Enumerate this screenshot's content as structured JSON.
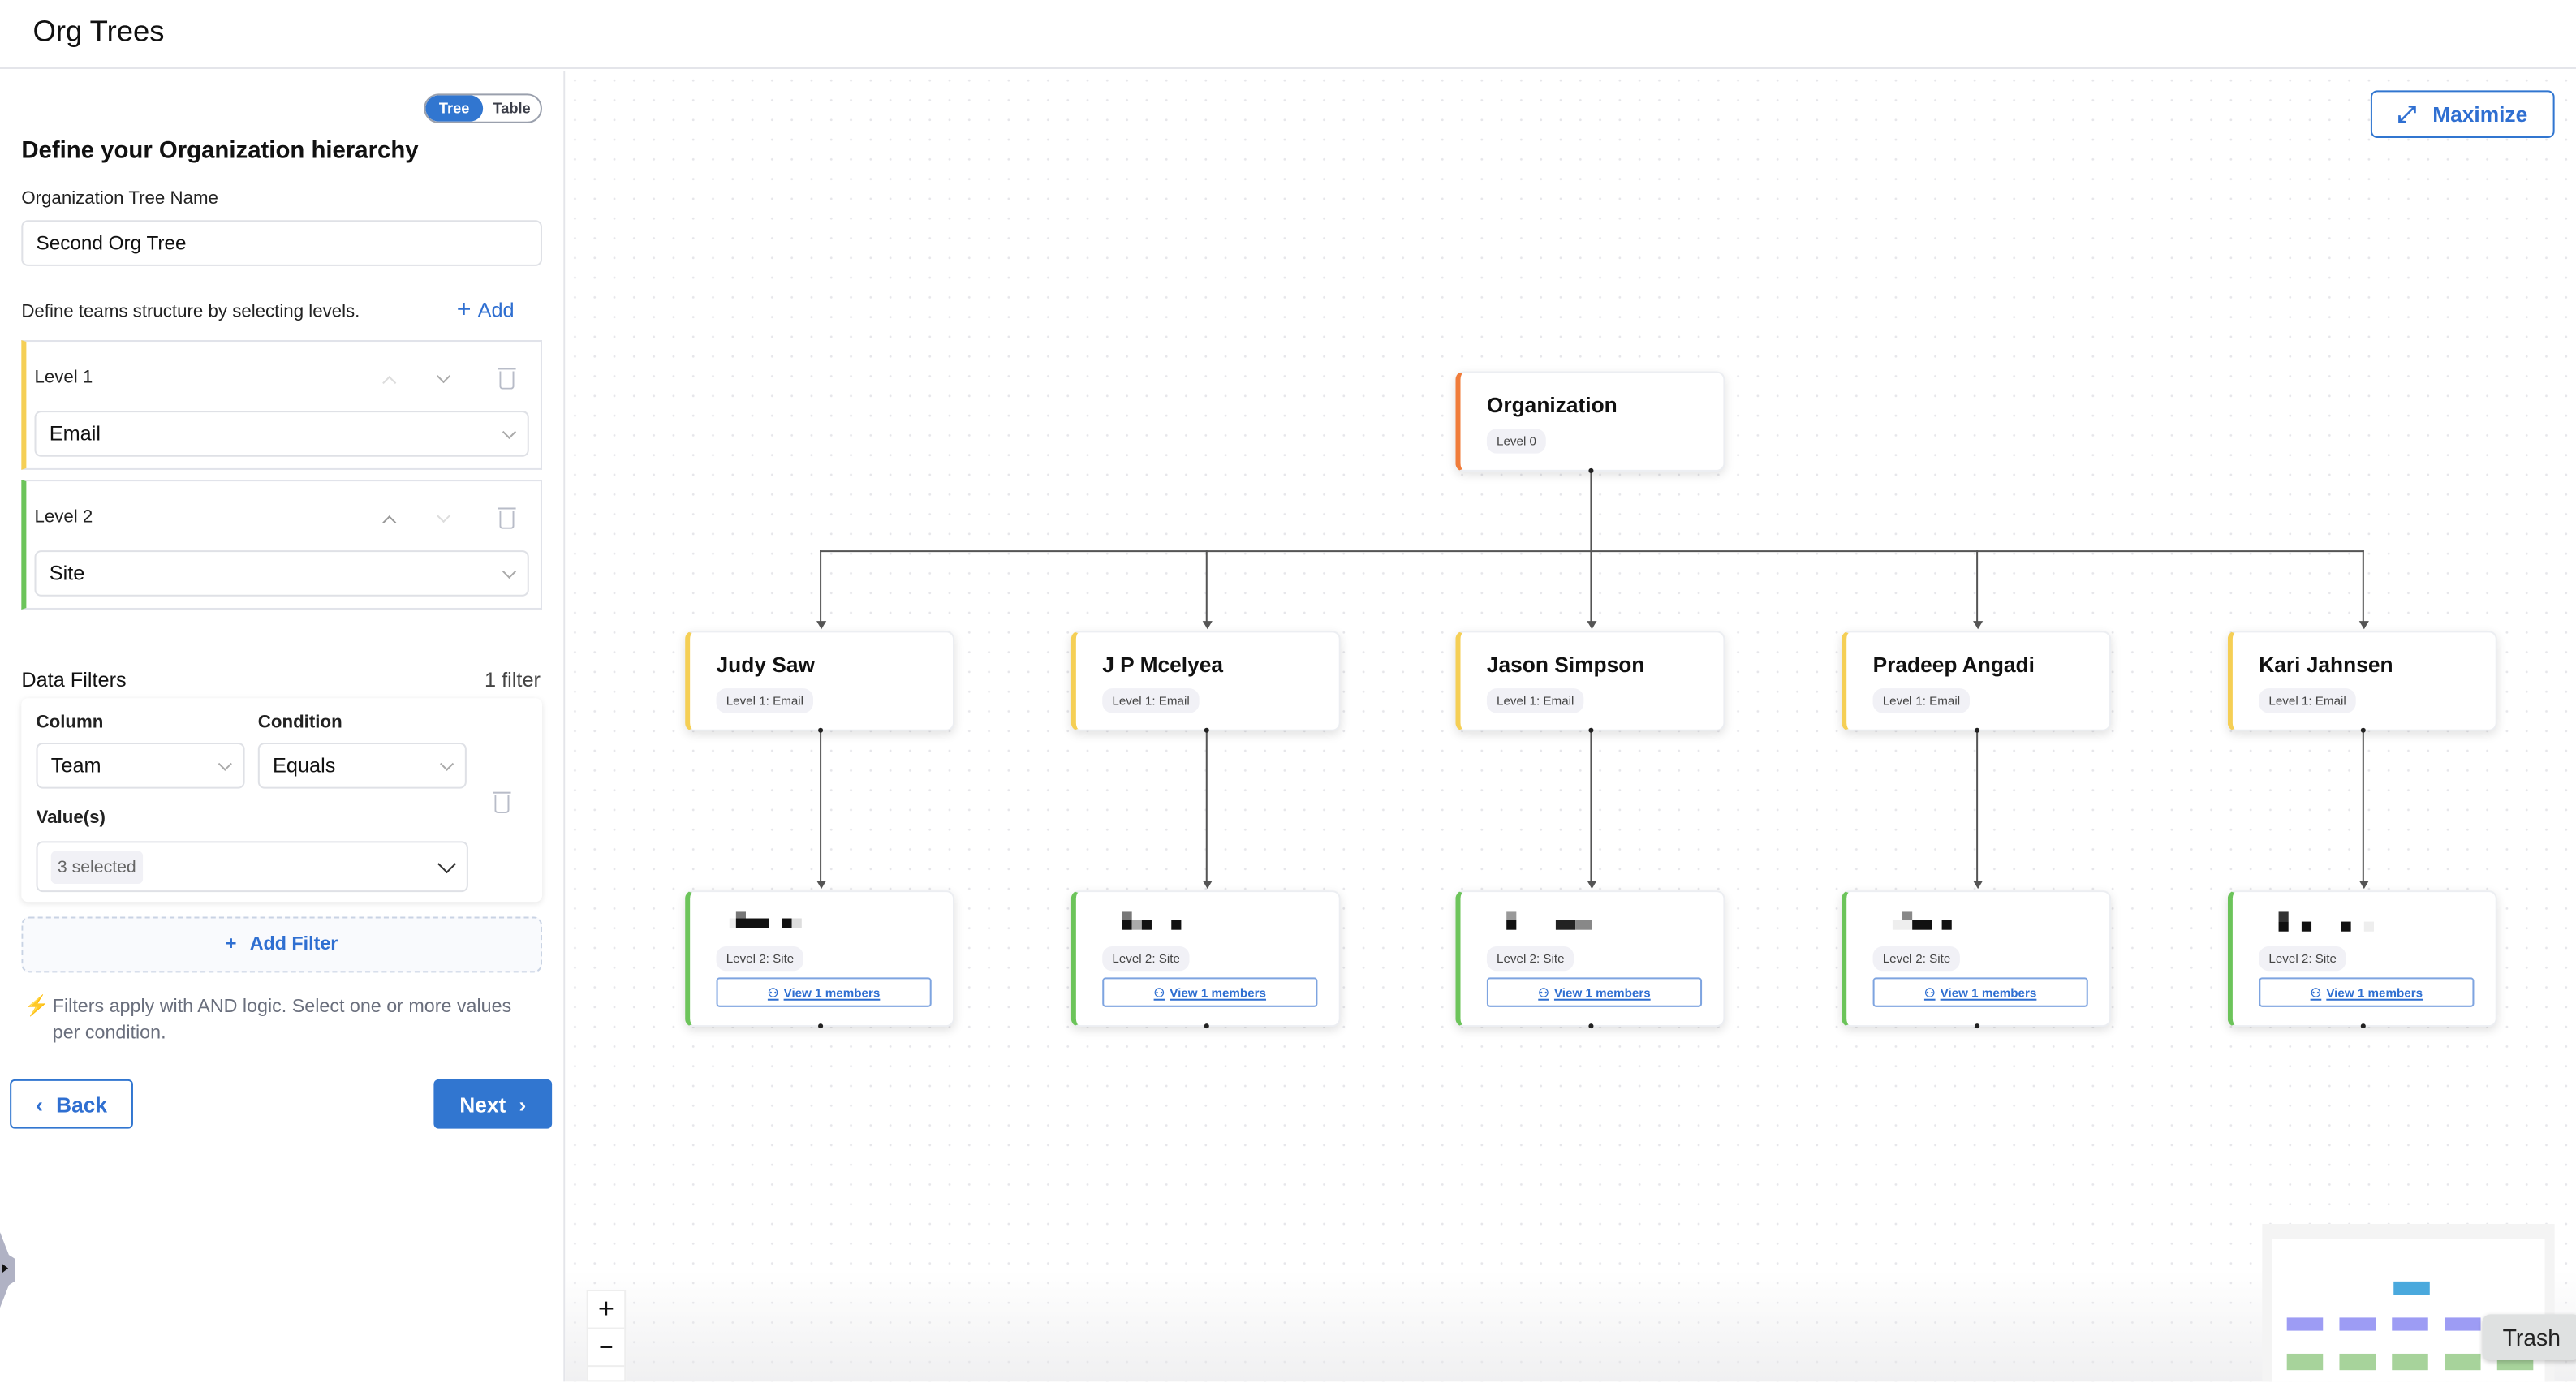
{
  "header": {
    "title": "Org Trees"
  },
  "sidebar": {
    "view_toggle": {
      "options": [
        "Tree",
        "Table"
      ],
      "selected": "Tree"
    },
    "heading": "Define your Organization hierarchy",
    "tree_name_label": "Organization Tree Name",
    "tree_name_value": "Second Org Tree",
    "levels_hint": "Define teams structure by selecting levels.",
    "add_label": "Add",
    "levels": [
      {
        "label": "Level 1",
        "value": "Email",
        "color": "#f5cf55"
      },
      {
        "label": "Level 2",
        "value": "Site",
        "color": "#6cc45a"
      }
    ],
    "filters": {
      "title": "Data Filters",
      "count": "1 filter",
      "column_label": "Column",
      "column_value": "Team",
      "condition_label": "Condition",
      "condition_value": "Equals",
      "values_label": "Value(s)",
      "values_chip": "3 selected",
      "add_filter_label": "Add Filter",
      "note": "Filters apply with AND logic. Select one or more values per condition."
    },
    "back_label": "Back",
    "next_label": "Next"
  },
  "canvas": {
    "maximize_label": "Maximize",
    "root": {
      "name": "Organization",
      "badge": "Level 0",
      "color": "#f07c3a"
    },
    "level1": [
      {
        "name": "Judy Saw",
        "badge": "Level 1: Email"
      },
      {
        "name": "J P Mcelyea",
        "badge": "Level 1: Email"
      },
      {
        "name": "Jason Simpson",
        "badge": "Level 1: Email"
      },
      {
        "name": "Pradeep Angadi",
        "badge": "Level 1: Email"
      },
      {
        "name": "Kari Jahnsen",
        "badge": "Level 1: Email"
      }
    ],
    "level2": [
      {
        "badge": "Level 2: Site",
        "button": "View 1 members"
      },
      {
        "badge": "Level 2: Site",
        "button": "View 1 members"
      },
      {
        "badge": "Level 2: Site",
        "button": "View 1 members"
      },
      {
        "badge": "Level 2: Site",
        "button": "View 1 members"
      },
      {
        "badge": "Level 2: Site",
        "button": "View 1 members"
      }
    ],
    "level1_color": "#f5cf55",
    "level2_color": "#6cc45a",
    "zoom_in": "+",
    "zoom_out": "−",
    "tooltip": "Trash"
  },
  "colors": {
    "accent": "#3176d0"
  }
}
